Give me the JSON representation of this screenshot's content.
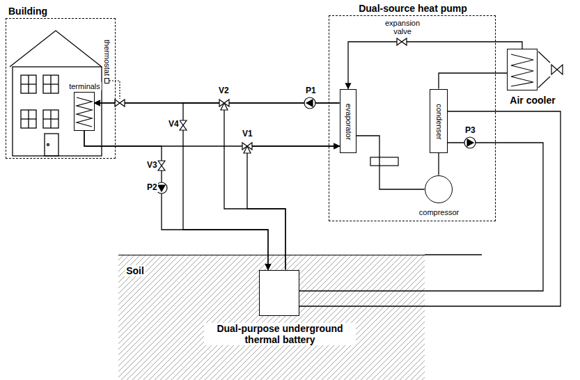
{
  "diagram": {
    "nodes": [
      {
        "text": [
          "Building"
        ]
      },
      {
        "text": [
          "terminals"
        ],
        "in": 0
      },
      {
        "text": [
          "thermostat"
        ],
        "in": 0
      },
      {
        "text": [
          "Dual-source heat pump"
        ]
      },
      {
        "text": [
          "evaporator"
        ],
        "in": 3
      },
      {
        "text": [
          "condenser"
        ],
        "in": 3
      },
      {
        "text": [
          "compressor"
        ],
        "in": 3
      },
      {
        "text": [
          "Air cooler"
        ]
      },
      {
        "text": [
          "Soil"
        ]
      },
      {
        "text": [
          "Dual-purpose underground thermal battery"
        ],
        "in": 8
      }
    ],
    "edges": [
      {
        "from": 4,
        "to": 1,
        "arrow": "to"
      },
      {
        "from": 1,
        "to": 4,
        "arrow": "to"
      },
      {
        "from": 9,
        "to": 4,
        "arrow": "to"
      },
      {
        "from": 9,
        "to": 1,
        "arrow": "to"
      },
      {
        "from": 1,
        "to": 9,
        "arrow": "to"
      },
      {
        "from": 4,
        "to": 9,
        "arrow": "to"
      },
      {
        "from": 5,
        "to": 7,
        "arrow": "none"
      },
      {
        "from": 7,
        "to": 4,
        "arrow": "to"
      },
      {
        "from": 5,
        "to": 9,
        "arrow": "none"
      },
      {
        "from": 5,
        "to": 9,
        "arrow": "none"
      },
      {
        "from": 4,
        "to": 6,
        "arrow": "none"
      },
      {
        "from": 6,
        "to": 5,
        "arrow": "none"
      }
    ],
    "labels": [
      "P1",
      "V2",
      "V4",
      "V1",
      "V3",
      "P2",
      "P3",
      "expansion valve"
    ]
  }
}
